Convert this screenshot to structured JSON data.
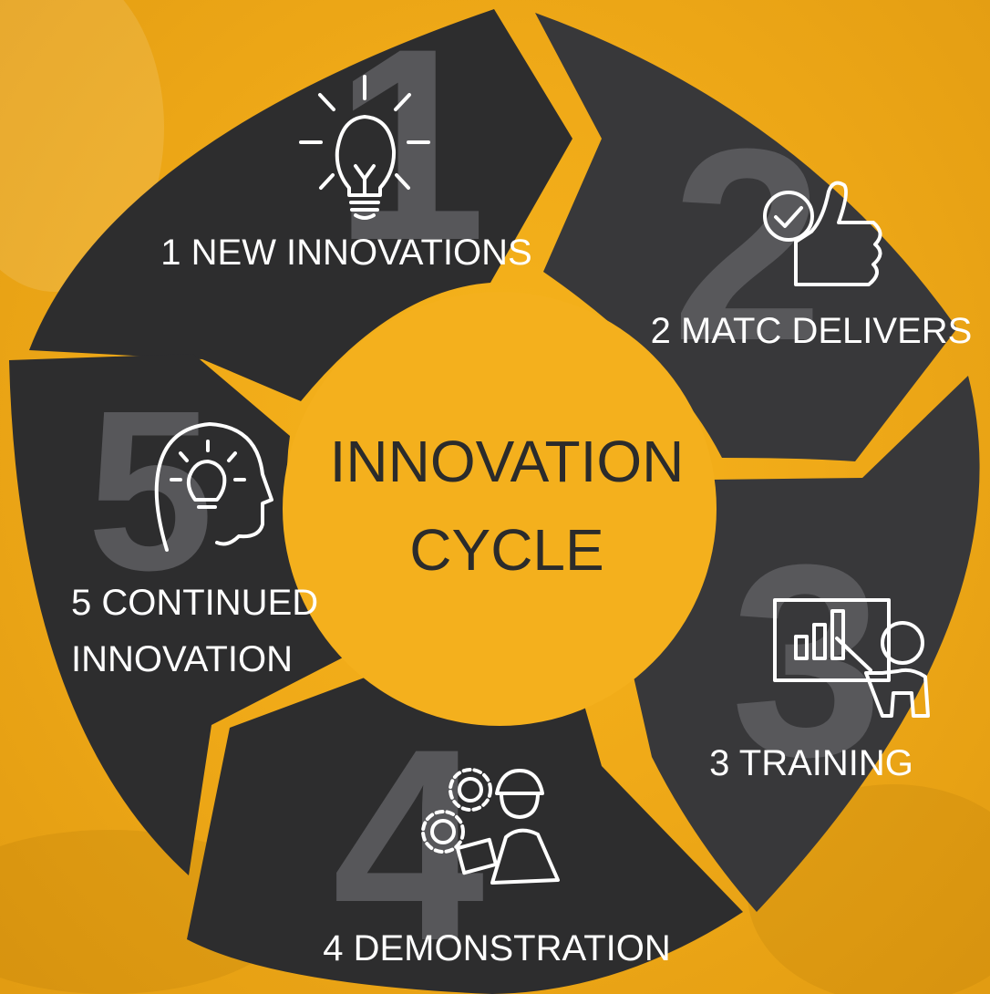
{
  "center": {
    "line1": "INNOVATION",
    "line2": "CYCLE"
  },
  "steps": [
    {
      "number": "1",
      "label": "1 NEW INNOVATIONS",
      "icon": "lightbulb-icon"
    },
    {
      "number": "2",
      "label": "2 MATC DELIVERS",
      "icon": "thumbs-up-check-icon"
    },
    {
      "number": "3",
      "label": "3 TRAINING",
      "icon": "presenter-chart-icon"
    },
    {
      "number": "4",
      "label": "4 DEMONSTRATION",
      "icon": "worker-gears-icon"
    },
    {
      "number": "5",
      "labelLine1": "5 CONTINUED",
      "labelLine2": "INNOVATION",
      "icon": "head-lightbulb-icon"
    }
  ],
  "colors": {
    "background": "#f0aa18",
    "segment": "#2d2d2e",
    "segmentAlt": "#38383a",
    "bigNumber": "#5c5c5f",
    "label": "#ffffff",
    "centerText": "#2b2b2b"
  }
}
